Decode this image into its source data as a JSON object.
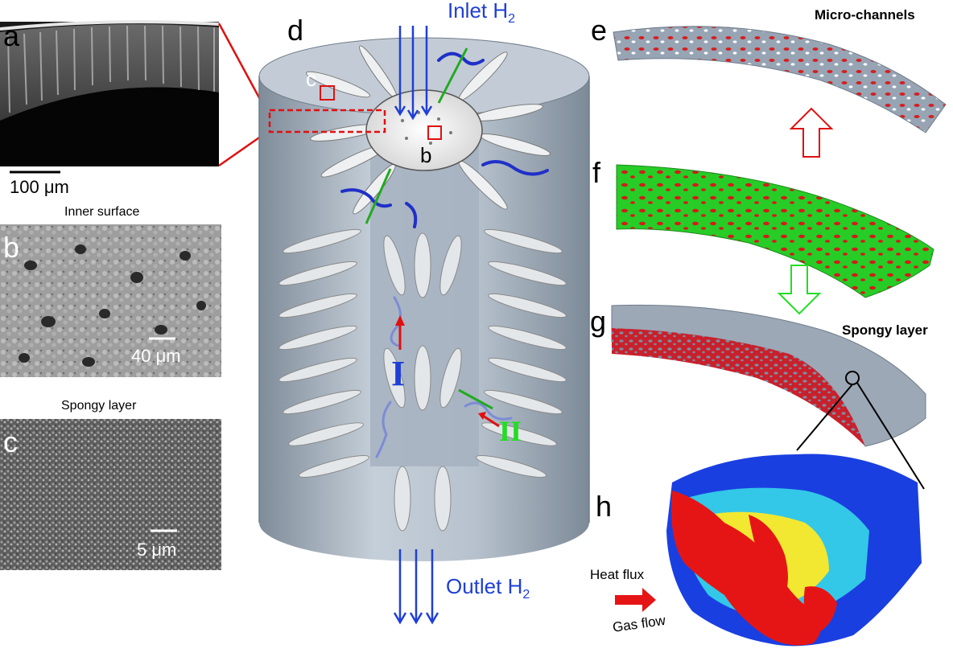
{
  "panels": {
    "a": "a",
    "b": "b",
    "c": "c",
    "d": "d",
    "e": "e",
    "f": "f",
    "g": "g",
    "h": "h"
  },
  "scale_bars": {
    "a": "100 μm",
    "b": "40 μm",
    "c": "5 μm"
  },
  "captions": {
    "inner_surface": "Inner surface",
    "spongy_layer": "Spongy layer"
  },
  "diagram": {
    "inlet": "Inlet H",
    "inlet_sub": "2",
    "outlet": "Outlet H",
    "outlet_sub": "2",
    "marker_c": "c",
    "marker_b": "b",
    "region_1": "I",
    "region_2": "II"
  },
  "right_labels": {
    "micro_channels": "Micro-channels",
    "spongy_layer": "Spongy layer",
    "heat_flux": "Heat flux",
    "gas_flow": "Gas flow"
  },
  "colors": {
    "blue_text": "#1f3fd6",
    "red": "#e01010",
    "green": "#22dd22",
    "grey_body": "#a9b6c4"
  }
}
